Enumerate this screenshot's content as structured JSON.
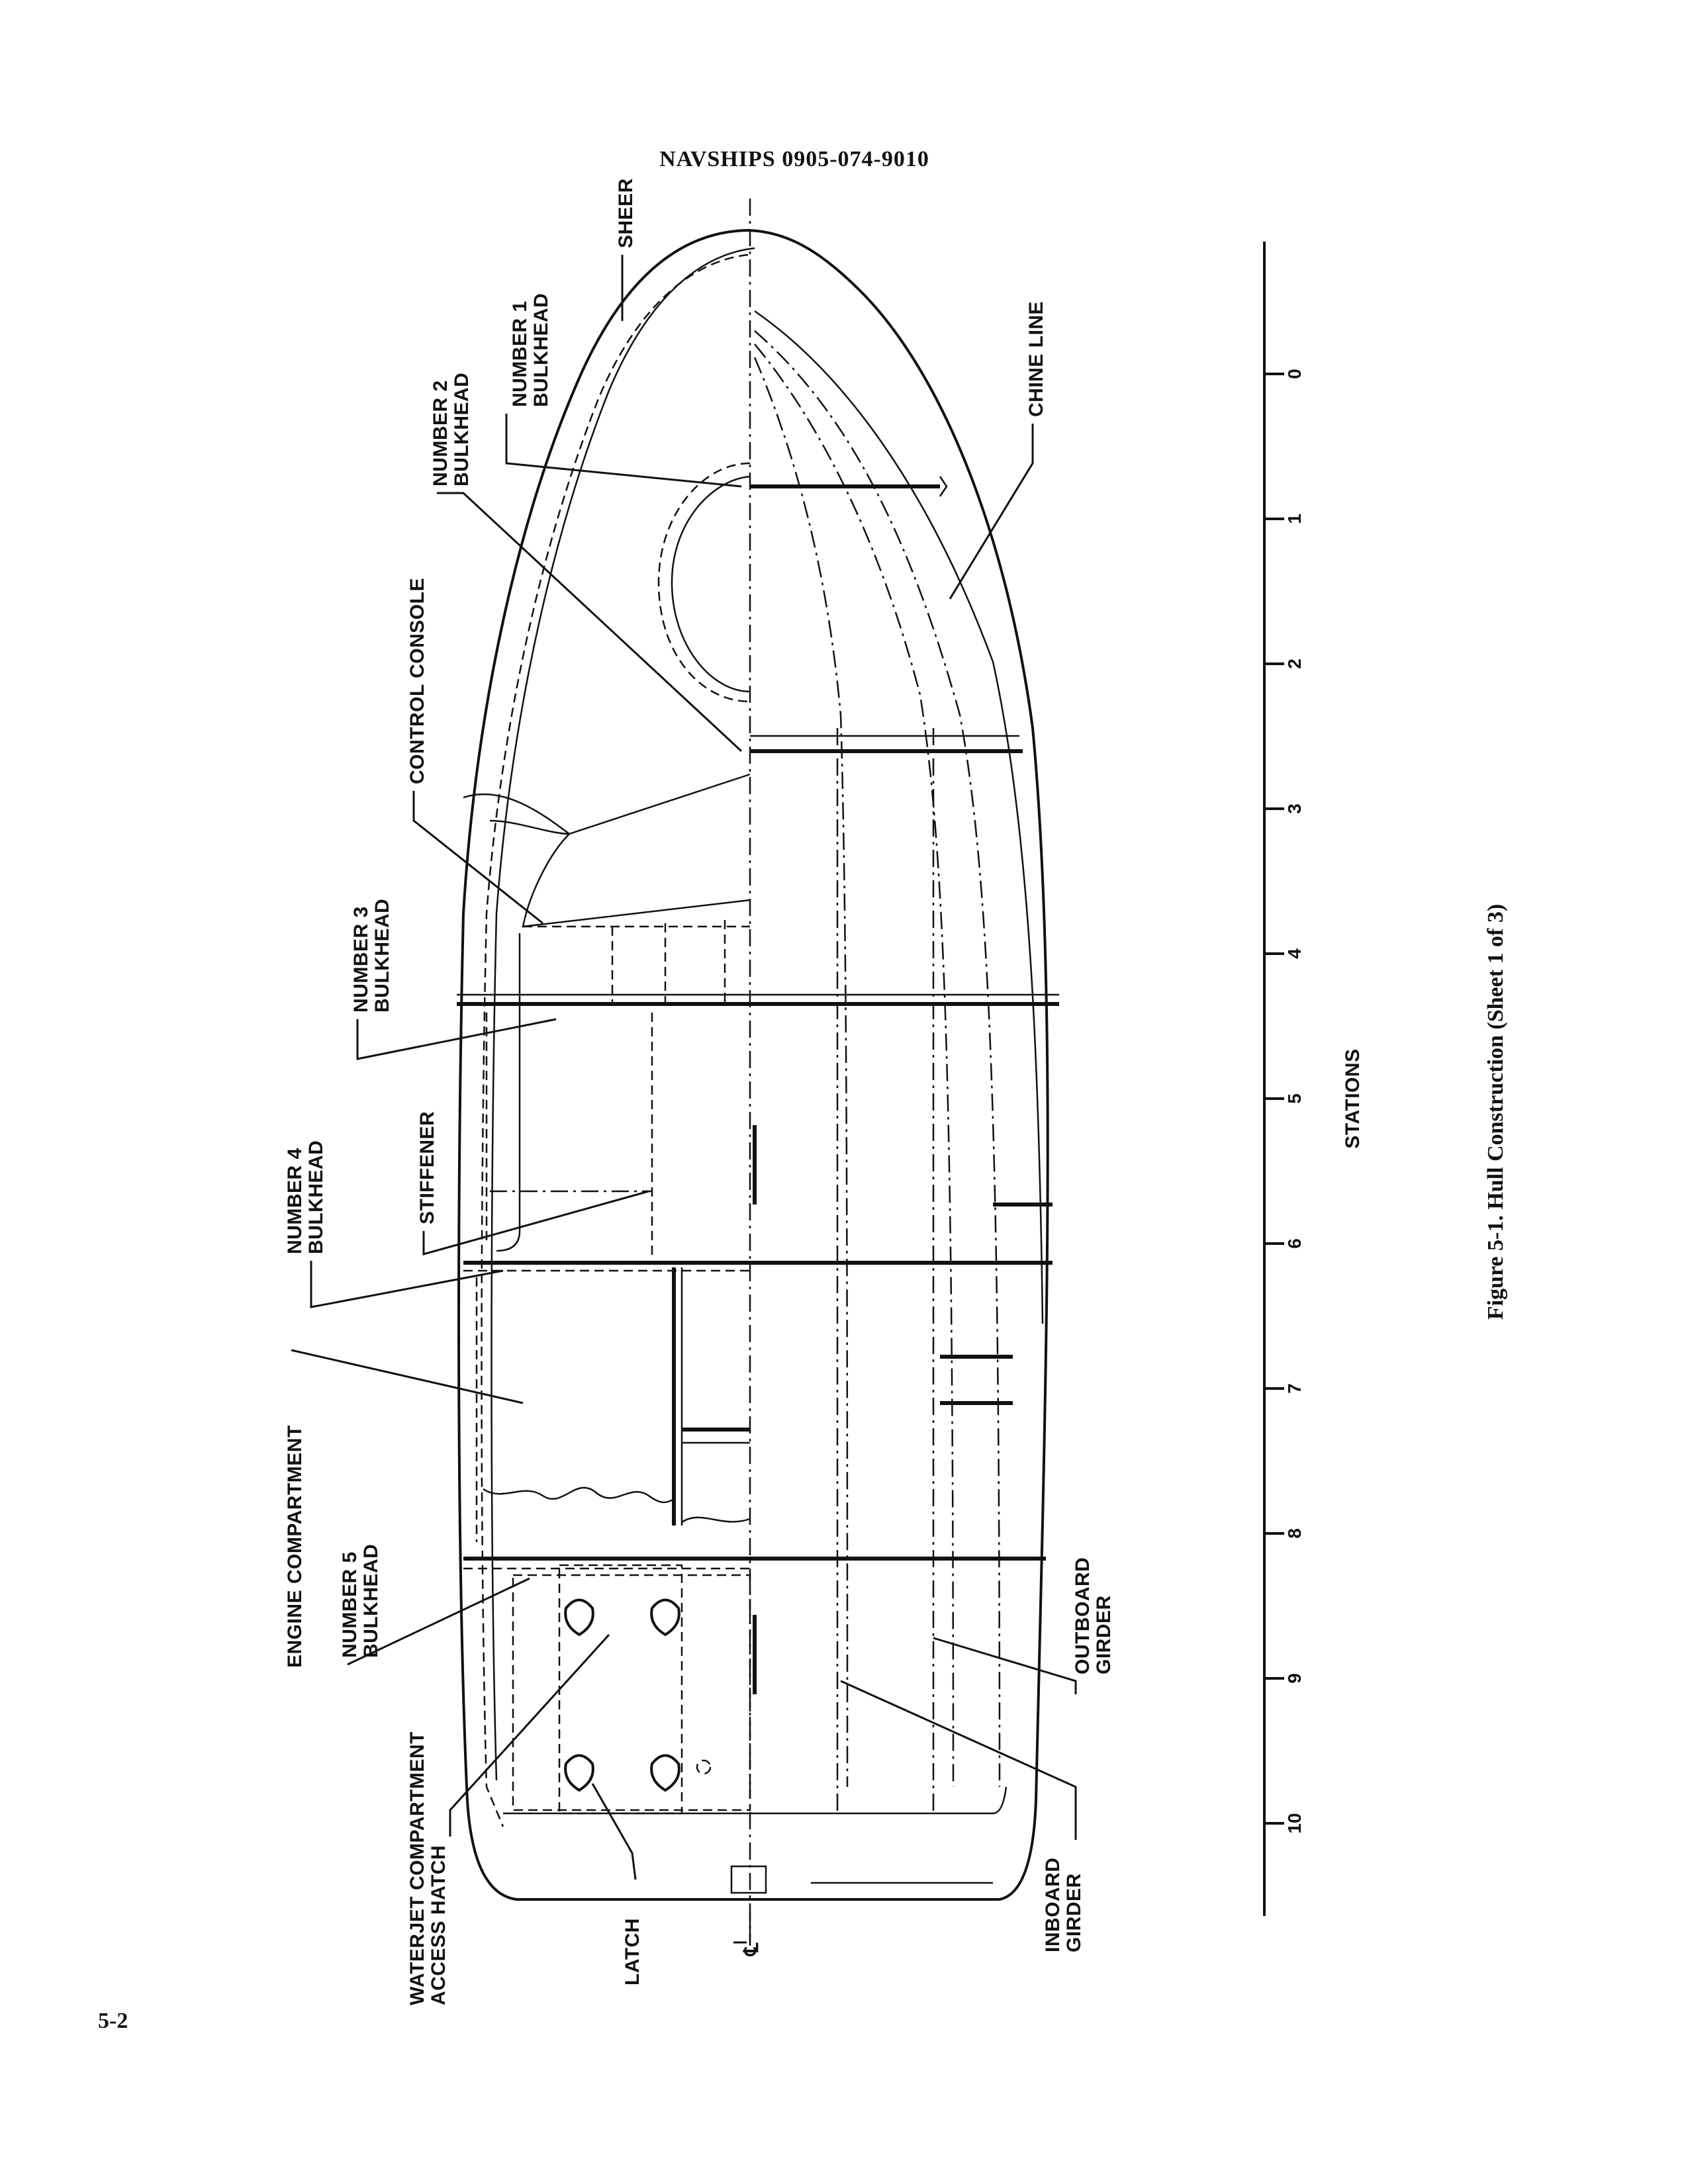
{
  "header": "NAVSHIPS 0905-074-9010",
  "page_number": "5-2",
  "caption": "Figure 5-1.  Hull Construction (Sheet 1 of 3)",
  "labels": {
    "sheer": "SHEER",
    "number1_l1": "NUMBER 1",
    "number1_l2": "BULKHEAD",
    "number2_l1": "NUMBER 2",
    "number2_l2": "BULKHEAD",
    "control_console": "CONTROL CONSOLE",
    "number3_l1": "NUMBER 3",
    "number3_l2": "BULKHEAD",
    "stiffener": "STIFFENER",
    "number4_l1": "NUMBER 4",
    "number4_l2": "BULKHEAD",
    "engine_compartment": "ENGINE COMPARTMENT",
    "number5_l1": "NUMBER 5",
    "number5_l2": "BULKHEAD",
    "waterjet_l1": "WATERJET COMPARTMENT",
    "waterjet_l2": "ACCESS HATCH",
    "latch": "LATCH",
    "centerline": "℄",
    "chine_line": "CHINE LINE",
    "outboard_l1": "OUTBOARD",
    "outboard_l2": "GIRDER",
    "inboard_l1": "INBOARD",
    "inboard_l2": "GIRDER"
  },
  "stations": {
    "title": "STATIONS",
    "ticks": [
      "0",
      "1",
      "2",
      "3",
      "4",
      "5",
      "6",
      "7",
      "8",
      "9",
      "10"
    ]
  }
}
